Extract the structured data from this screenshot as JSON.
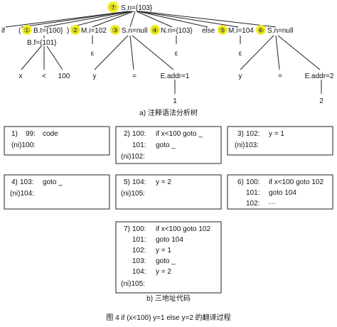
{
  "tree": {
    "root": {
      "step": "⑦",
      "label": "S.n={103}"
    },
    "row1": [
      {
        "label": "if"
      },
      {
        "label": "("
      },
      {
        "step": "①",
        "label": "B.t={100}"
      },
      {
        "label": ")"
      },
      {
        "step": "②",
        "label": "M.i=102"
      },
      {
        "step": "③",
        "label": "S.n=null"
      },
      {
        "step": "④",
        "label": "N.n={103}"
      },
      {
        "label": "else"
      },
      {
        "step": "⑤",
        "label": "M.i=104"
      },
      {
        "step": "⑥",
        "label": "S.n=null"
      }
    ],
    "bf": "B.f={101}",
    "eps1": "ε",
    "eps2": "ε",
    "eps3": "ε",
    "leaves1": [
      "x",
      "<",
      "100"
    ],
    "leaves2": [
      "y",
      "=",
      "E.addr=1"
    ],
    "leaves3": [
      "y",
      "=",
      "E.addr=2"
    ],
    "num1": "1",
    "num2": "2",
    "caption": "a)  注释语法分析树"
  },
  "boxes": [
    {
      "lines": [
        [
          "1)",
          "99:",
          "code"
        ],
        [
          "(ni)100:",
          "",
          ""
        ]
      ]
    },
    {
      "lines": [
        [
          "2)",
          "100:",
          "if x<100 goto _"
        ],
        [
          "",
          "101:",
          "goto _"
        ],
        [
          "(ni)102:",
          "",
          ""
        ]
      ]
    },
    {
      "lines": [
        [
          "3)",
          "102:",
          "y = 1"
        ],
        [
          "(ni)103:",
          "",
          ""
        ]
      ]
    },
    {
      "lines": [
        [
          "4)",
          "103:",
          "goto _"
        ],
        [
          "(ni)104:",
          "",
          ""
        ]
      ]
    },
    {
      "lines": [
        [
          "5)",
          "104:",
          "y = 2"
        ],
        [
          "(ni)105:",
          "",
          ""
        ]
      ]
    },
    {
      "lines": [
        [
          "6)",
          "100:",
          "if x<100 goto 102"
        ],
        [
          "",
          "101:",
          "goto 104"
        ],
        [
          "",
          "102:",
          "···"
        ]
      ]
    },
    {
      "lines": [
        [
          "7)",
          "100:",
          "if x<100 goto 102"
        ],
        [
          "",
          "101:",
          "goto 104"
        ],
        [
          "",
          "102:",
          "y = 1"
        ],
        [
          "",
          "103:",
          "goto _"
        ],
        [
          "",
          "104:",
          "y = 2"
        ],
        [
          "(ni)105:",
          "",
          ""
        ]
      ]
    }
  ],
  "caption_b": "b)  三地址代码",
  "figure_caption": "图 4 if (x<100) y=1 else y=2 的翻译过程"
}
